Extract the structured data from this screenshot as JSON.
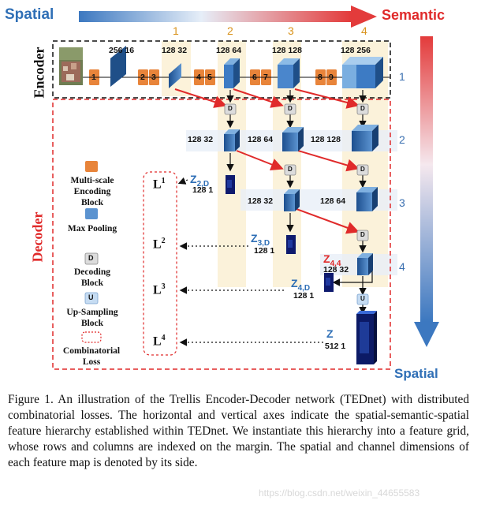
{
  "header": {
    "left": "Spatial",
    "right": "Semantic",
    "bottom_right": "Spatial"
  },
  "columns": [
    "1",
    "2",
    "3",
    "4"
  ],
  "rows": [
    "1",
    "2",
    "3",
    "4"
  ],
  "sections": {
    "encoder": "Encoder",
    "decoder": "Decoder"
  },
  "encoder": {
    "block_numbers": [
      "1",
      "2",
      "3",
      "4",
      "5",
      "6",
      "7",
      "8",
      "9"
    ],
    "dims": [
      "256 16",
      "128 32",
      "128 64",
      "128 128",
      "128 256"
    ]
  },
  "decoder": {
    "dims": {
      "r2c2": "128 32",
      "r2c3": "128 64",
      "r2c4": "128 128",
      "r3c3": "128 32",
      "r3c4": "128 64",
      "r4c4": "128 32"
    },
    "decoding_label": "D",
    "upsample_label": "U"
  },
  "outputs": [
    {
      "name": "Z",
      "sub": "2,D",
      "dims": "128 1"
    },
    {
      "name": "Z",
      "sub": "3,D",
      "dims": "128 1"
    },
    {
      "name": "Z",
      "sub": "4,4",
      "dims": ""
    },
    {
      "name": "Z",
      "sub": "4,D",
      "dims": "128 1"
    },
    {
      "name": "Z",
      "sub": "",
      "dims": "512 1"
    }
  ],
  "losses": [
    {
      "base": "L",
      "sup": "1"
    },
    {
      "base": "L",
      "sup": "2"
    },
    {
      "base": "L",
      "sup": "3"
    },
    {
      "base": "L",
      "sup": "4"
    }
  ],
  "legend": {
    "encoding": "Multi-scale Encoding Block",
    "pooling": "Max Pooling",
    "decoding": "Decoding Block",
    "upsampling": "Up-Sampling Block",
    "loss": "Combinatorial Loss",
    "d_icon": "D",
    "u_icon": "U"
  },
  "caption": "Figure 1. An illustration of the Trellis Encoder-Decoder network (TEDnet) with distributed combinatorial losses. The horizontal and vertical axes indicate the spatial-semantic-spatial feature hierarchy established within TEDnet. We instantiate this hierarchy into a feature grid, whose rows and columns are indexed on the margin. The spatial and channel dimensions of each feature map is denoted by its side.",
  "watermark": "https://blog.csdn.net/weixin_44655583",
  "colors": {
    "blue": "#2f6fb6",
    "red": "#e02a2a",
    "orange": "#e8843a",
    "grid": "#fbf0d4"
  }
}
